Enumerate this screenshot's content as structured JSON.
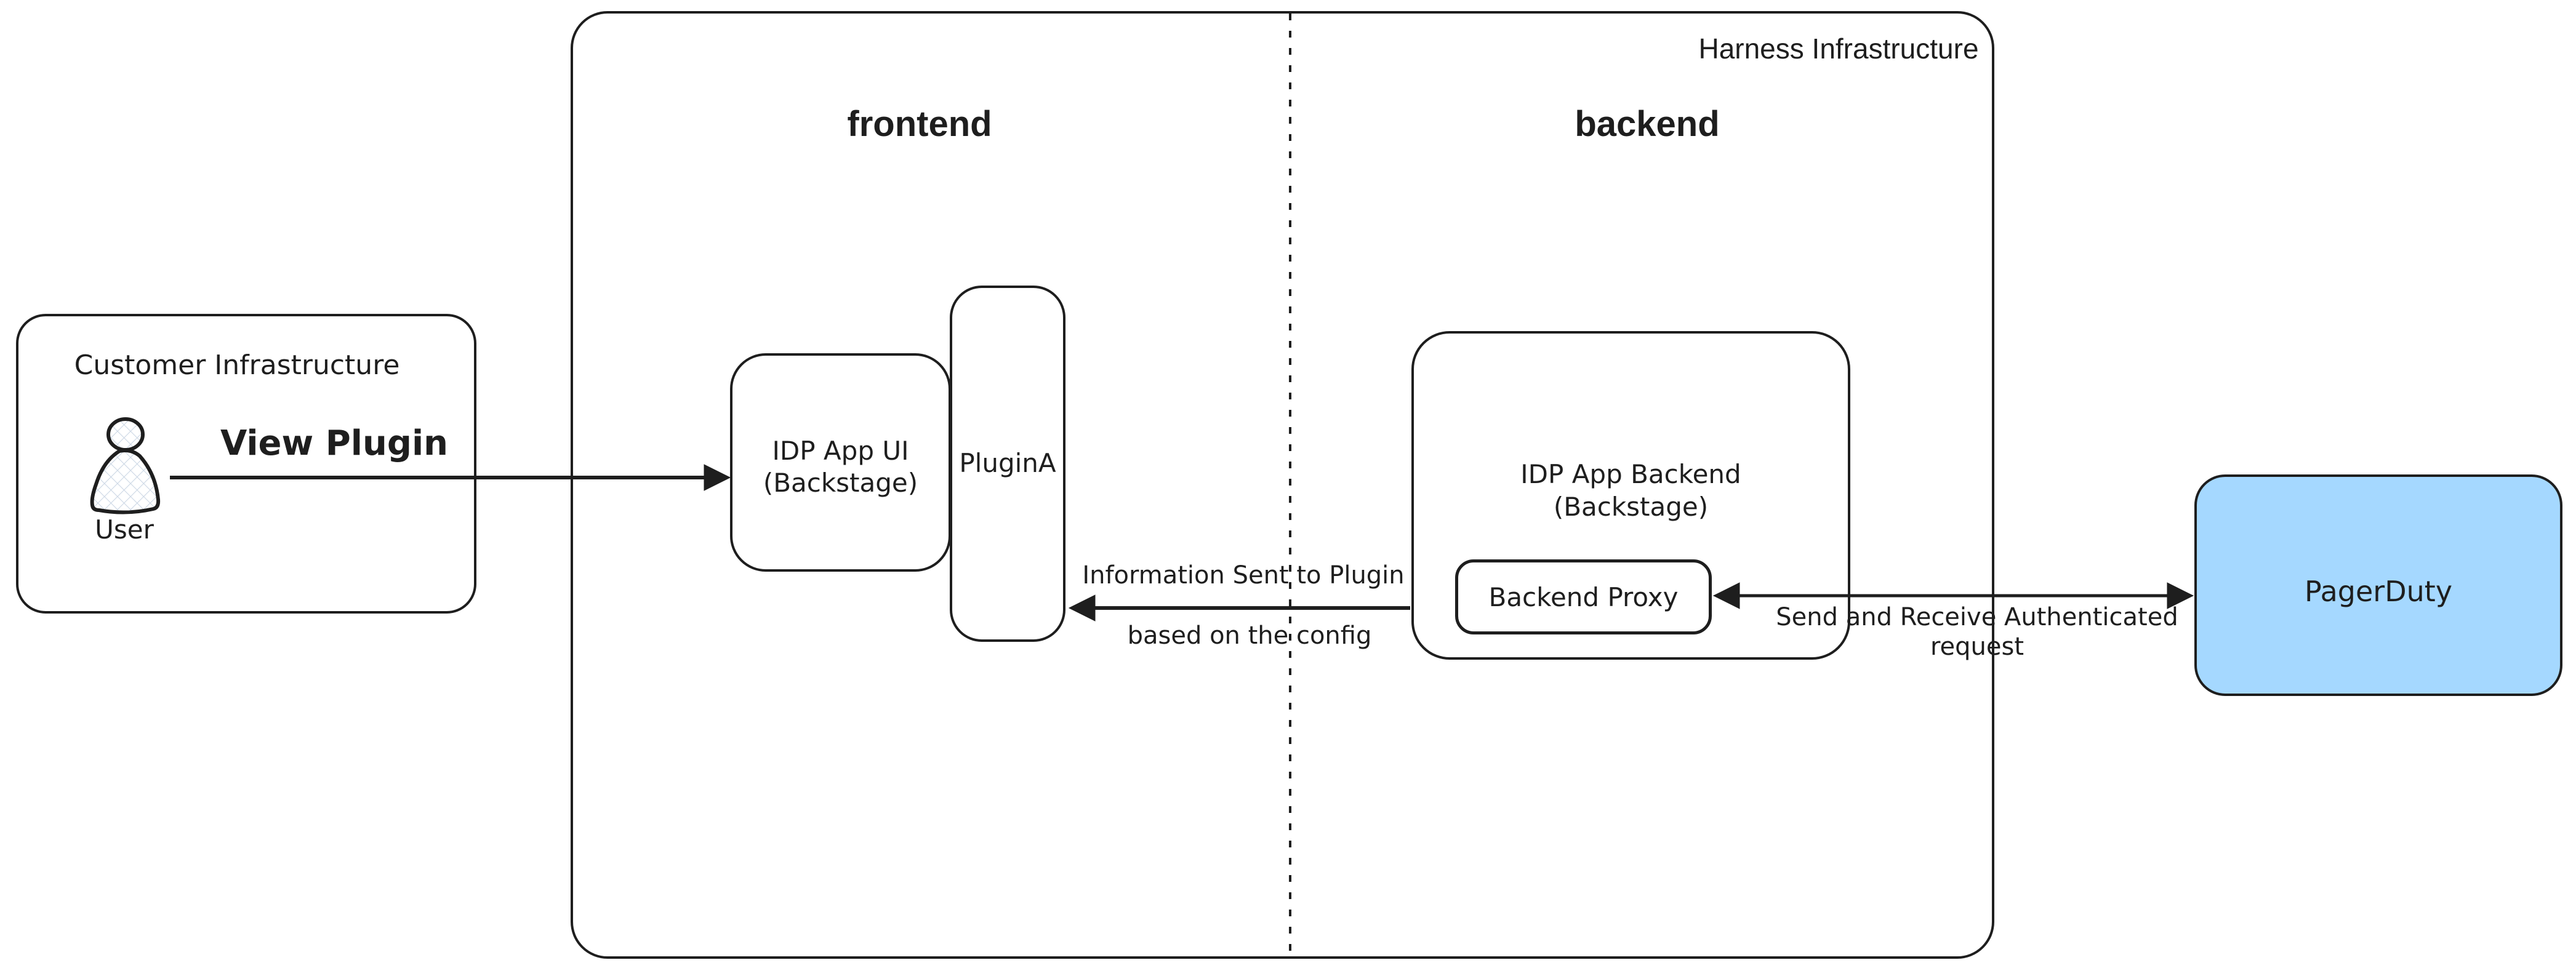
{
  "diagram": {
    "harness": {
      "title": "Harness Infrastructure",
      "frontend_label": "frontend",
      "backend_label": "backend"
    },
    "customer": {
      "title": "Customer Infrastructure",
      "user_label": "User"
    },
    "nodes": {
      "idp_app_ui": {
        "line1": "IDP App UI",
        "line2": "(Backstage)"
      },
      "plugin_a": {
        "label": "PluginA"
      },
      "idp_app_backend": {
        "line1": "IDP App Backend",
        "line2": "(Backstage)"
      },
      "backend_proxy": {
        "label": "Backend Proxy"
      },
      "pagerduty": {
        "label": "PagerDuty"
      }
    },
    "arrows": {
      "view_plugin": {
        "label": "View Plugin",
        "direction": "right"
      },
      "info_sent": {
        "line1": "Information Sent to Plugin",
        "line2": "based on the config",
        "direction": "left"
      },
      "auth_request": {
        "line1": "Send and Receive Authenticated",
        "line2": "request",
        "direction": "both"
      }
    },
    "colors": {
      "stroke": "#1e1e1e",
      "background": "#ffffff",
      "pagerduty_fill": "#a5d8ff",
      "user_icon_hatch": "#ccd7e5"
    }
  }
}
